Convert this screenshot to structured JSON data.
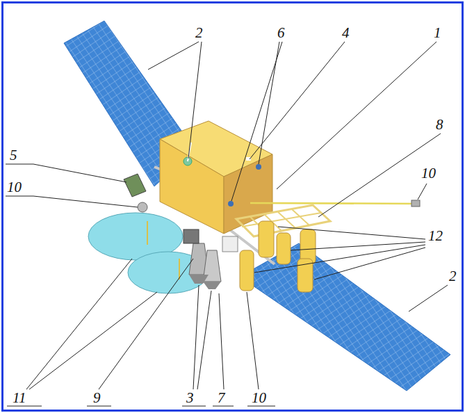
{
  "diagram": {
    "labels": [
      "2",
      "6",
      "4",
      "1",
      "8",
      "5",
      "10",
      "10",
      "12",
      "2",
      "11",
      "9",
      "3",
      "7",
      "10"
    ]
  }
}
